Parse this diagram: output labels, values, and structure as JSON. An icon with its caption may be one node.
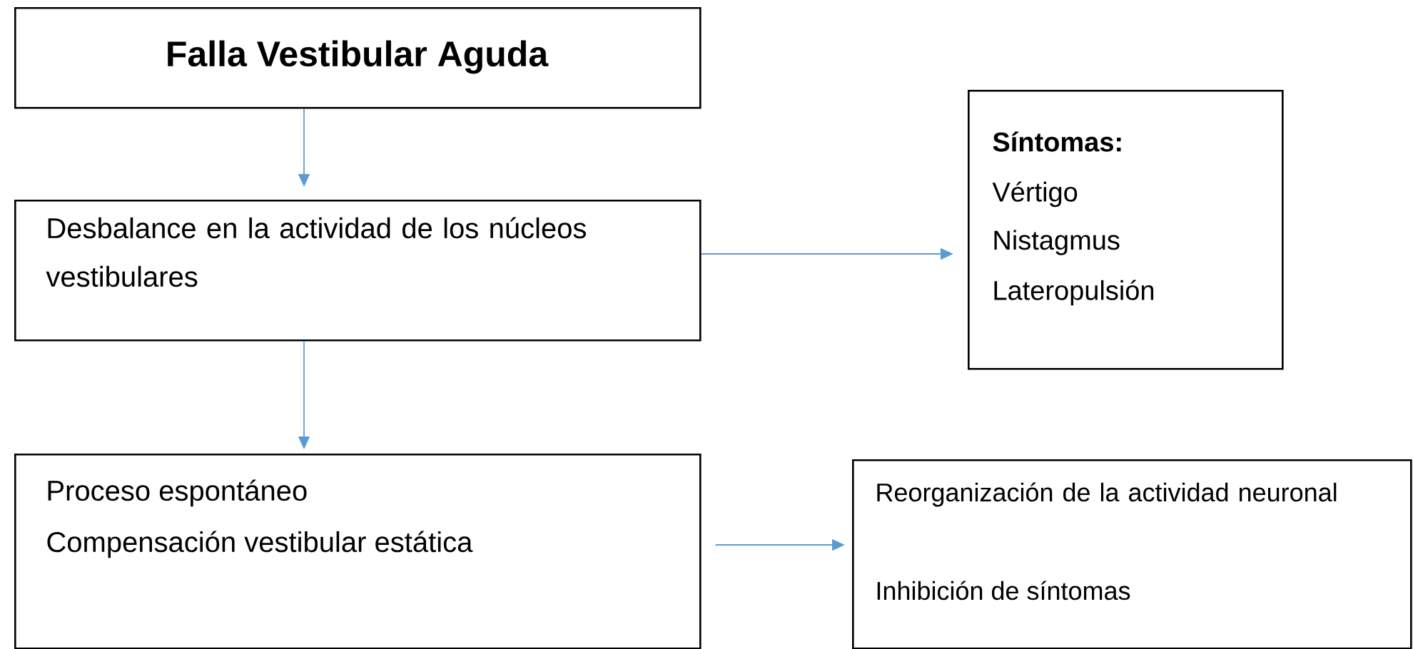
{
  "diagram": {
    "nodes": [
      {
        "text": [
          "Falla Vestibular  Aguda"
        ]
      },
      {
        "text": [
          "Desbalance en la actividad de los núcleos vestibulares"
        ]
      },
      {
        "text": [
          "Síntomas:",
          "Vértigo",
          "Nistagmus",
          "Lateropulsión"
        ]
      },
      {
        "text": [
          "Proceso espontáneo",
          "Compensación vestibular estática"
        ]
      },
      {
        "text": [
          "Reorganización de la actividad neuronal",
          "Inhibición de síntomas"
        ]
      }
    ],
    "edges": [
      {
        "from": 0,
        "to": 1,
        "arrow": "to"
      },
      {
        "from": 1,
        "to": 2,
        "arrow": "to"
      },
      {
        "from": 1,
        "to": 3,
        "arrow": "to"
      },
      {
        "from": 3,
        "to": 4,
        "arrow": "to"
      }
    ]
  }
}
